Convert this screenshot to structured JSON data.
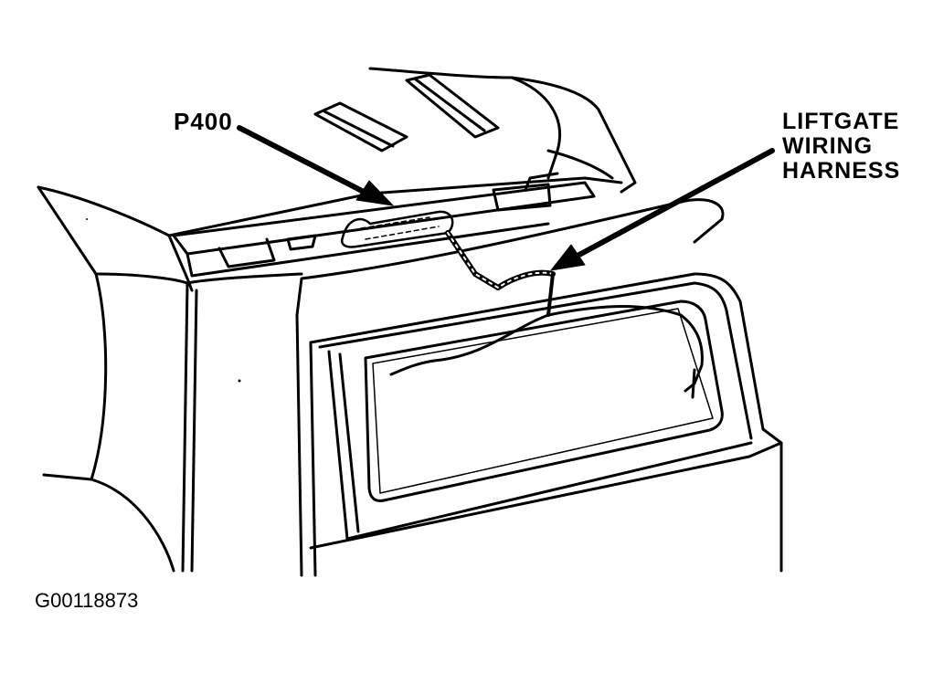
{
  "callouts": {
    "p400": "P400",
    "harness_line1": "LIFTGATE",
    "harness_line2": "WIRING",
    "harness_line3": "HARNESS"
  },
  "figure_id": "G00118873",
  "colors": {
    "ink": "#000000",
    "paper": "#ffffff"
  }
}
